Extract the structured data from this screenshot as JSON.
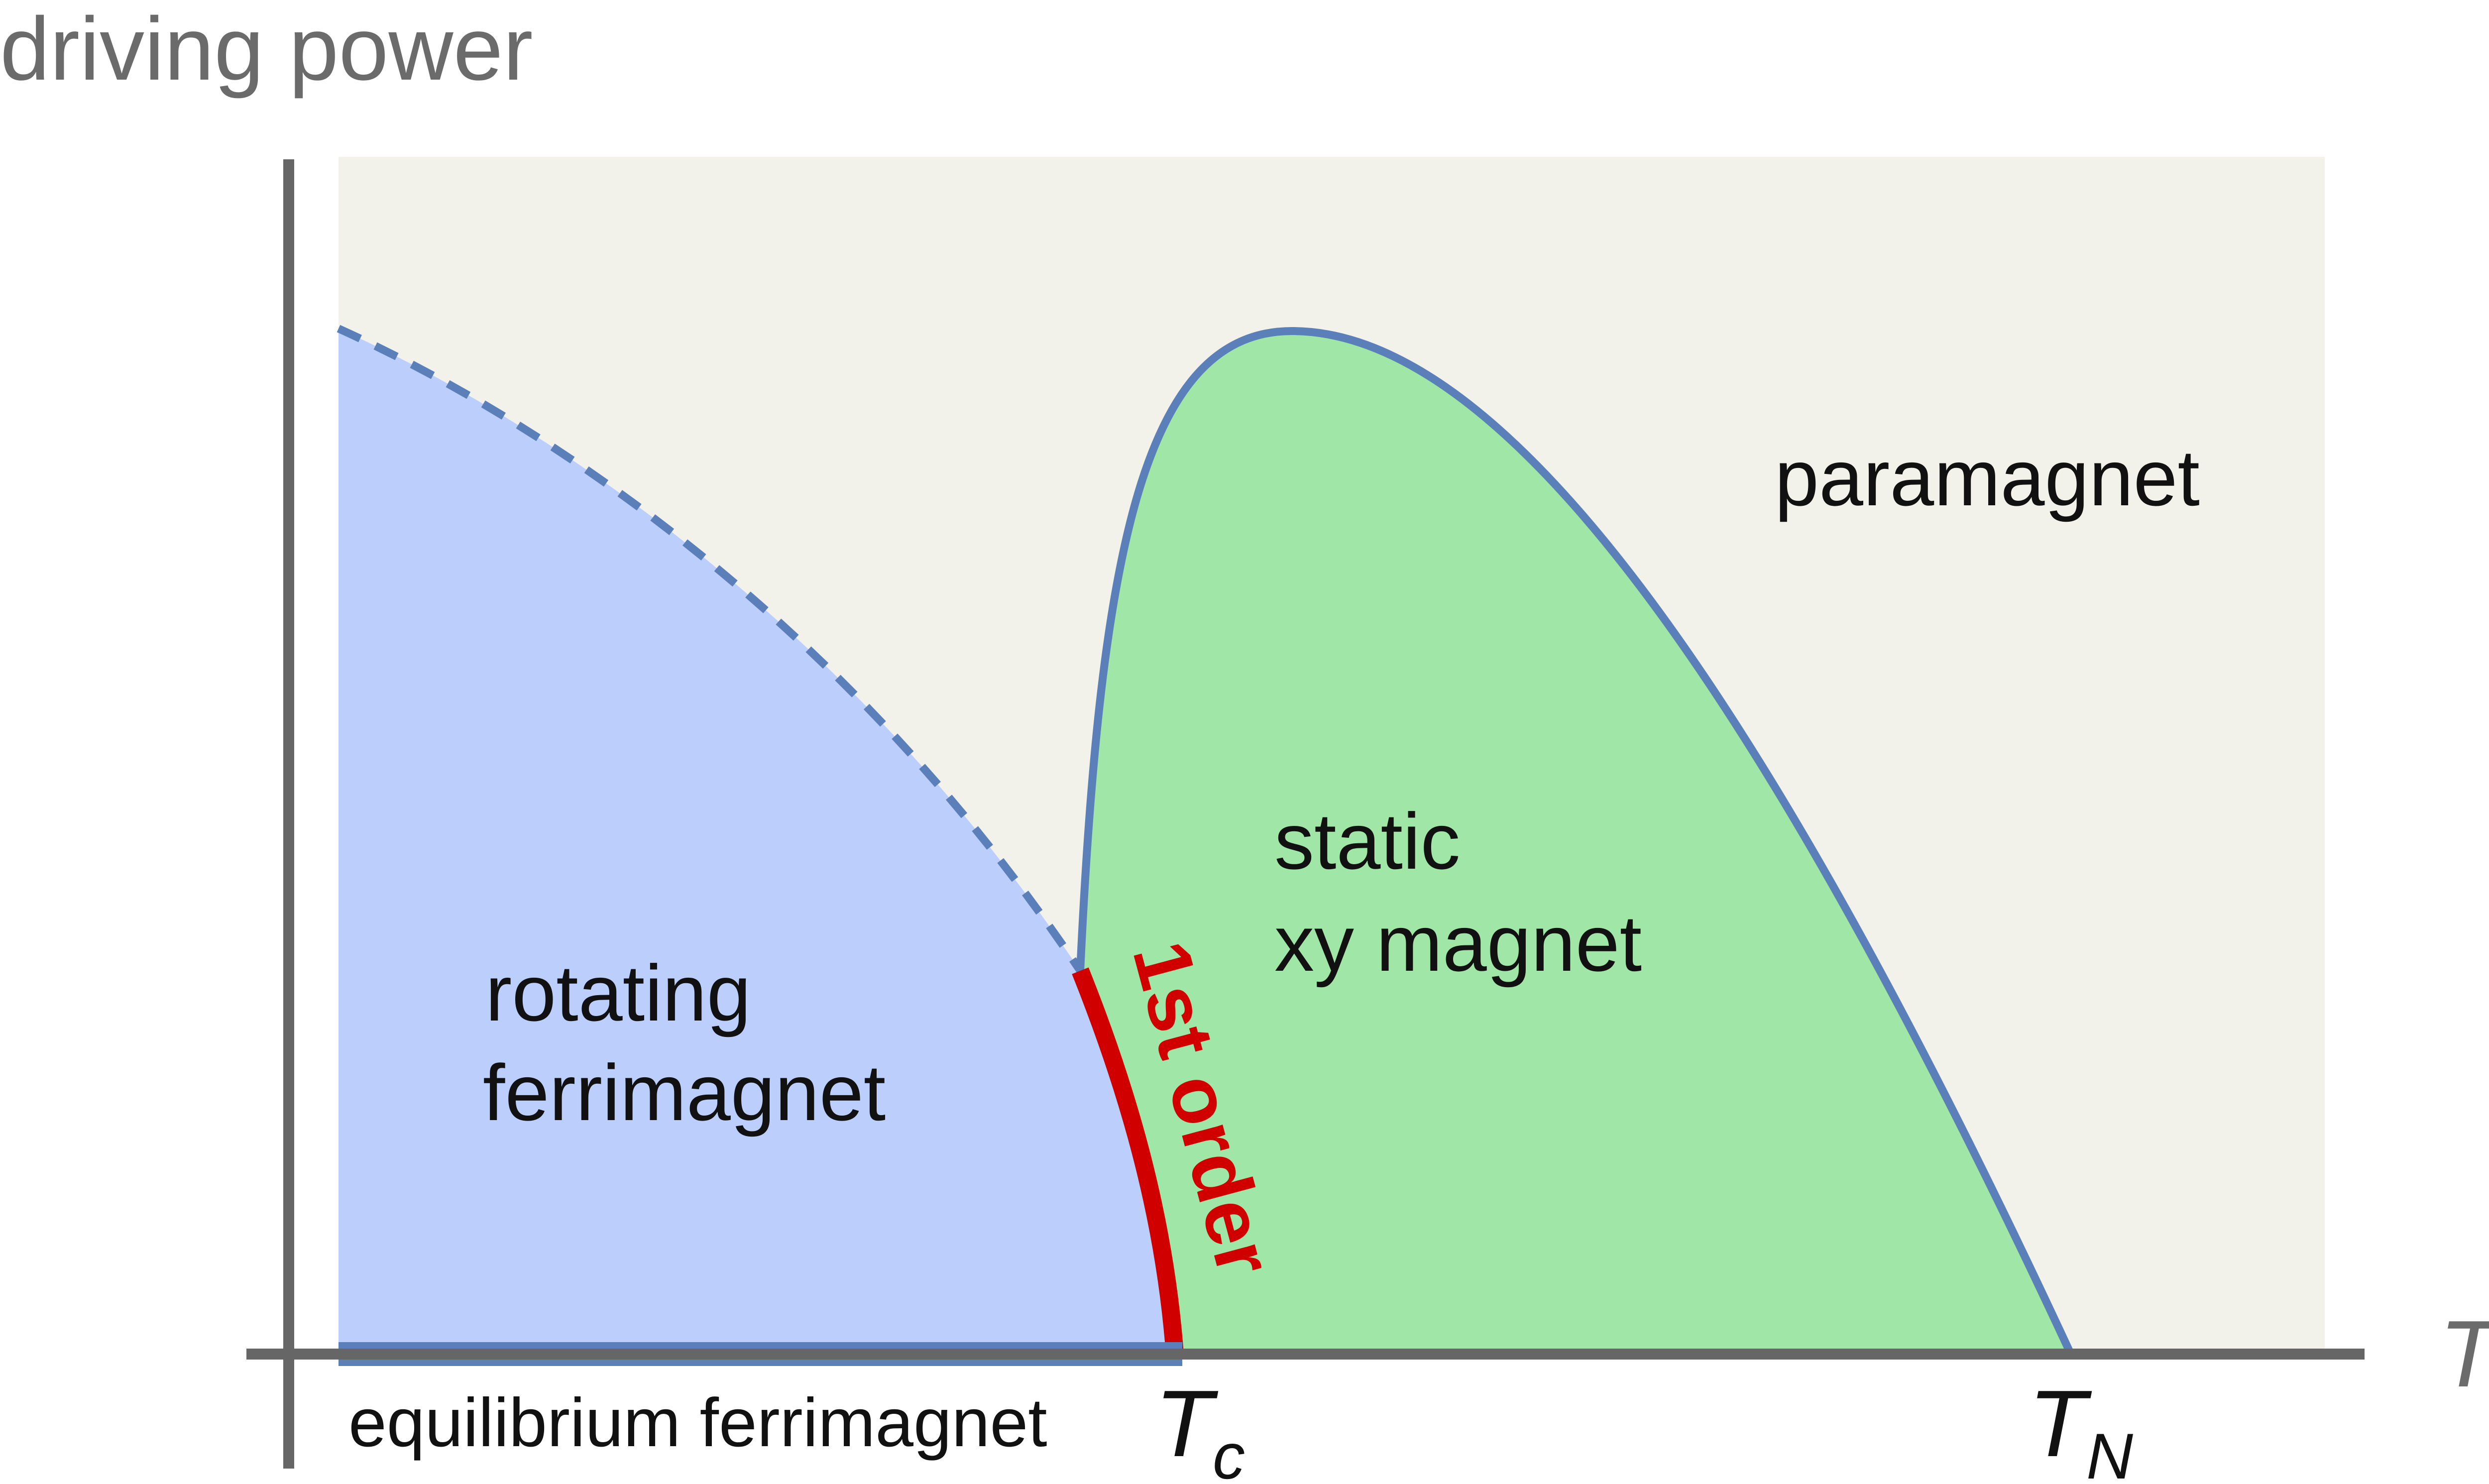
{
  "axes": {
    "y_label": "driving power",
    "x_label": "T"
  },
  "ticks": {
    "tc_main": "T",
    "tc_sub": "c",
    "tn_main": "T",
    "tn_sub": "N"
  },
  "regions": {
    "paramagnet": "paramagnet",
    "static_line1": "static",
    "static_line2": "xy magnet",
    "rotating_line1": "rotating",
    "rotating_line2": "ferrimagnet",
    "equilibrium": "equilibrium ferrimagnet",
    "first_order": "1st order"
  },
  "colors": {
    "background_panel": "#f2f2ea",
    "rotating_fill": "#bccffc",
    "static_fill": "#9fe6a7",
    "boundary": "#5b7fb8",
    "first_order": "#d00000",
    "axis": "#666666",
    "axis_label": "#6b6b6b",
    "region_text": "#111111"
  }
}
